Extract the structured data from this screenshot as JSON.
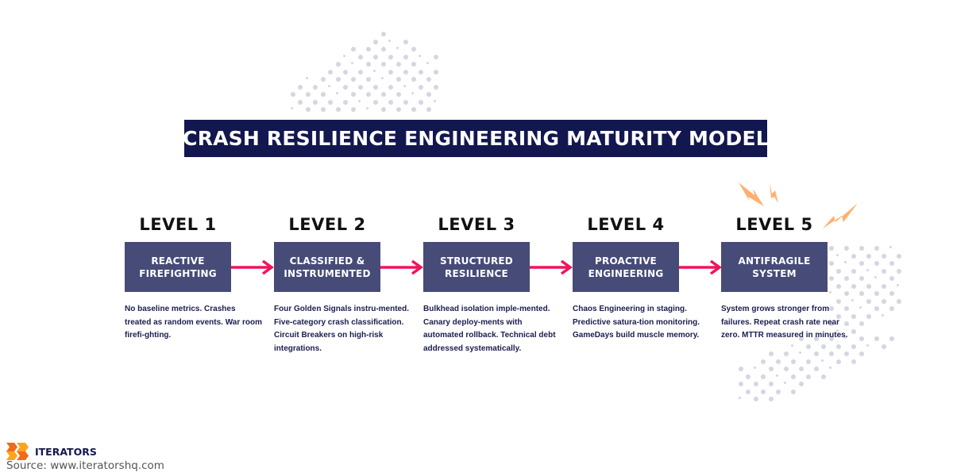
{
  "title": "CRASH RESILIENCE ENGINEERING MATURITY MODEL",
  "colors": {
    "title_bg": "#13174f",
    "box_bg": "#464b78",
    "arrow": "#f0145a",
    "accent_bolt": "#ffb070",
    "dots": "#d4d6e2",
    "desc_text": "#1a1d4e"
  },
  "levels": [
    {
      "label": "LEVEL 1",
      "name": "REACTIVE\nFIREFIGHTING",
      "description": "No baseline metrics. Crashes treated as random events. War room firefi-ghting."
    },
    {
      "label": "LEVEL 2",
      "name": "CLASSIFIED &\nINSTRUMENTED",
      "description": "Four Golden Signals instru-mented. Five-category crash classification. Circuit Breakers on high-risk integrations."
    },
    {
      "label": "LEVEL 3",
      "name": "STRUCTURED\nRESILIENCE",
      "description": "Bulkhead isolation imple-mented. Canary deploy-ments with automated rollback. Technical debt addressed systematically."
    },
    {
      "label": "LEVEL 4",
      "name": "PROACTIVE\nENGINEERING",
      "description": "Chaos Engineering in staging. Predictive satura-tion monitoring. GameDays build muscle memory."
    },
    {
      "label": "LEVEL 5",
      "name": "ANTIFRAGILE\nSYSTEM",
      "description": "System grows stronger from failures. Repeat crash rate near zero. MTTR measured in minutes."
    }
  ],
  "icons": {
    "arrow": "arrow-right-icon",
    "bolt": "lightning-bolt-icon",
    "logo": "iterators-logo-icon"
  },
  "footer": {
    "brand": "ITERATORS",
    "source": "Source: www.iteratorshq.com"
  }
}
